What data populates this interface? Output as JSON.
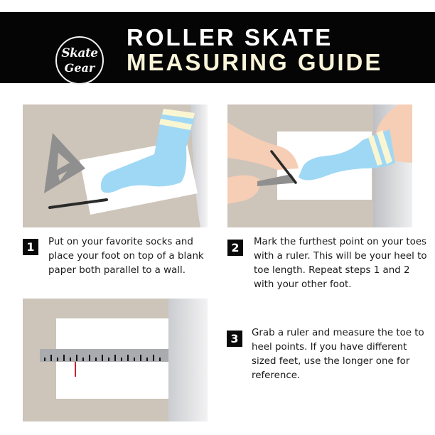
{
  "header": {
    "logo": {
      "line1": "Skate",
      "line2": "Gear"
    },
    "title_line1": "ROLLER SKATE",
    "title_line2": "MEASURING GUIDE",
    "colors": {
      "background": "#050505",
      "title_line1": "#ffffff",
      "title_line2": "#faf5d9"
    }
  },
  "steps": [
    {
      "number": "1",
      "text": "Put on your favorite socks and place your foot on top of a blank paper both parallel to a wall.",
      "illustration": "sock-foot-on-paper-with-triangle-ruler-and-pencil"
    },
    {
      "number": "2",
      "text": "Mark the furthest point on your toes with a ruler. This will be your heel to toe length. Repeat steps 1 and 2 with your other foot.",
      "illustration": "hands-marking-toe-point-with-pencil-and-triangle"
    },
    {
      "number": "3",
      "text": "Grab a ruler and measure the toe to heel points. If you have different sized feet, use the longer one for reference.",
      "illustration": "ruler-across-paper-with-red-mark"
    }
  ],
  "colors": {
    "floor": "#cdc4ba",
    "paper": "#ffffff",
    "sock": "#9fd8f5",
    "sock_stripe": "#fbf6d2",
    "skin": "#f6cdb5",
    "ruler": "#a9abae",
    "mark": "#c0272d"
  }
}
